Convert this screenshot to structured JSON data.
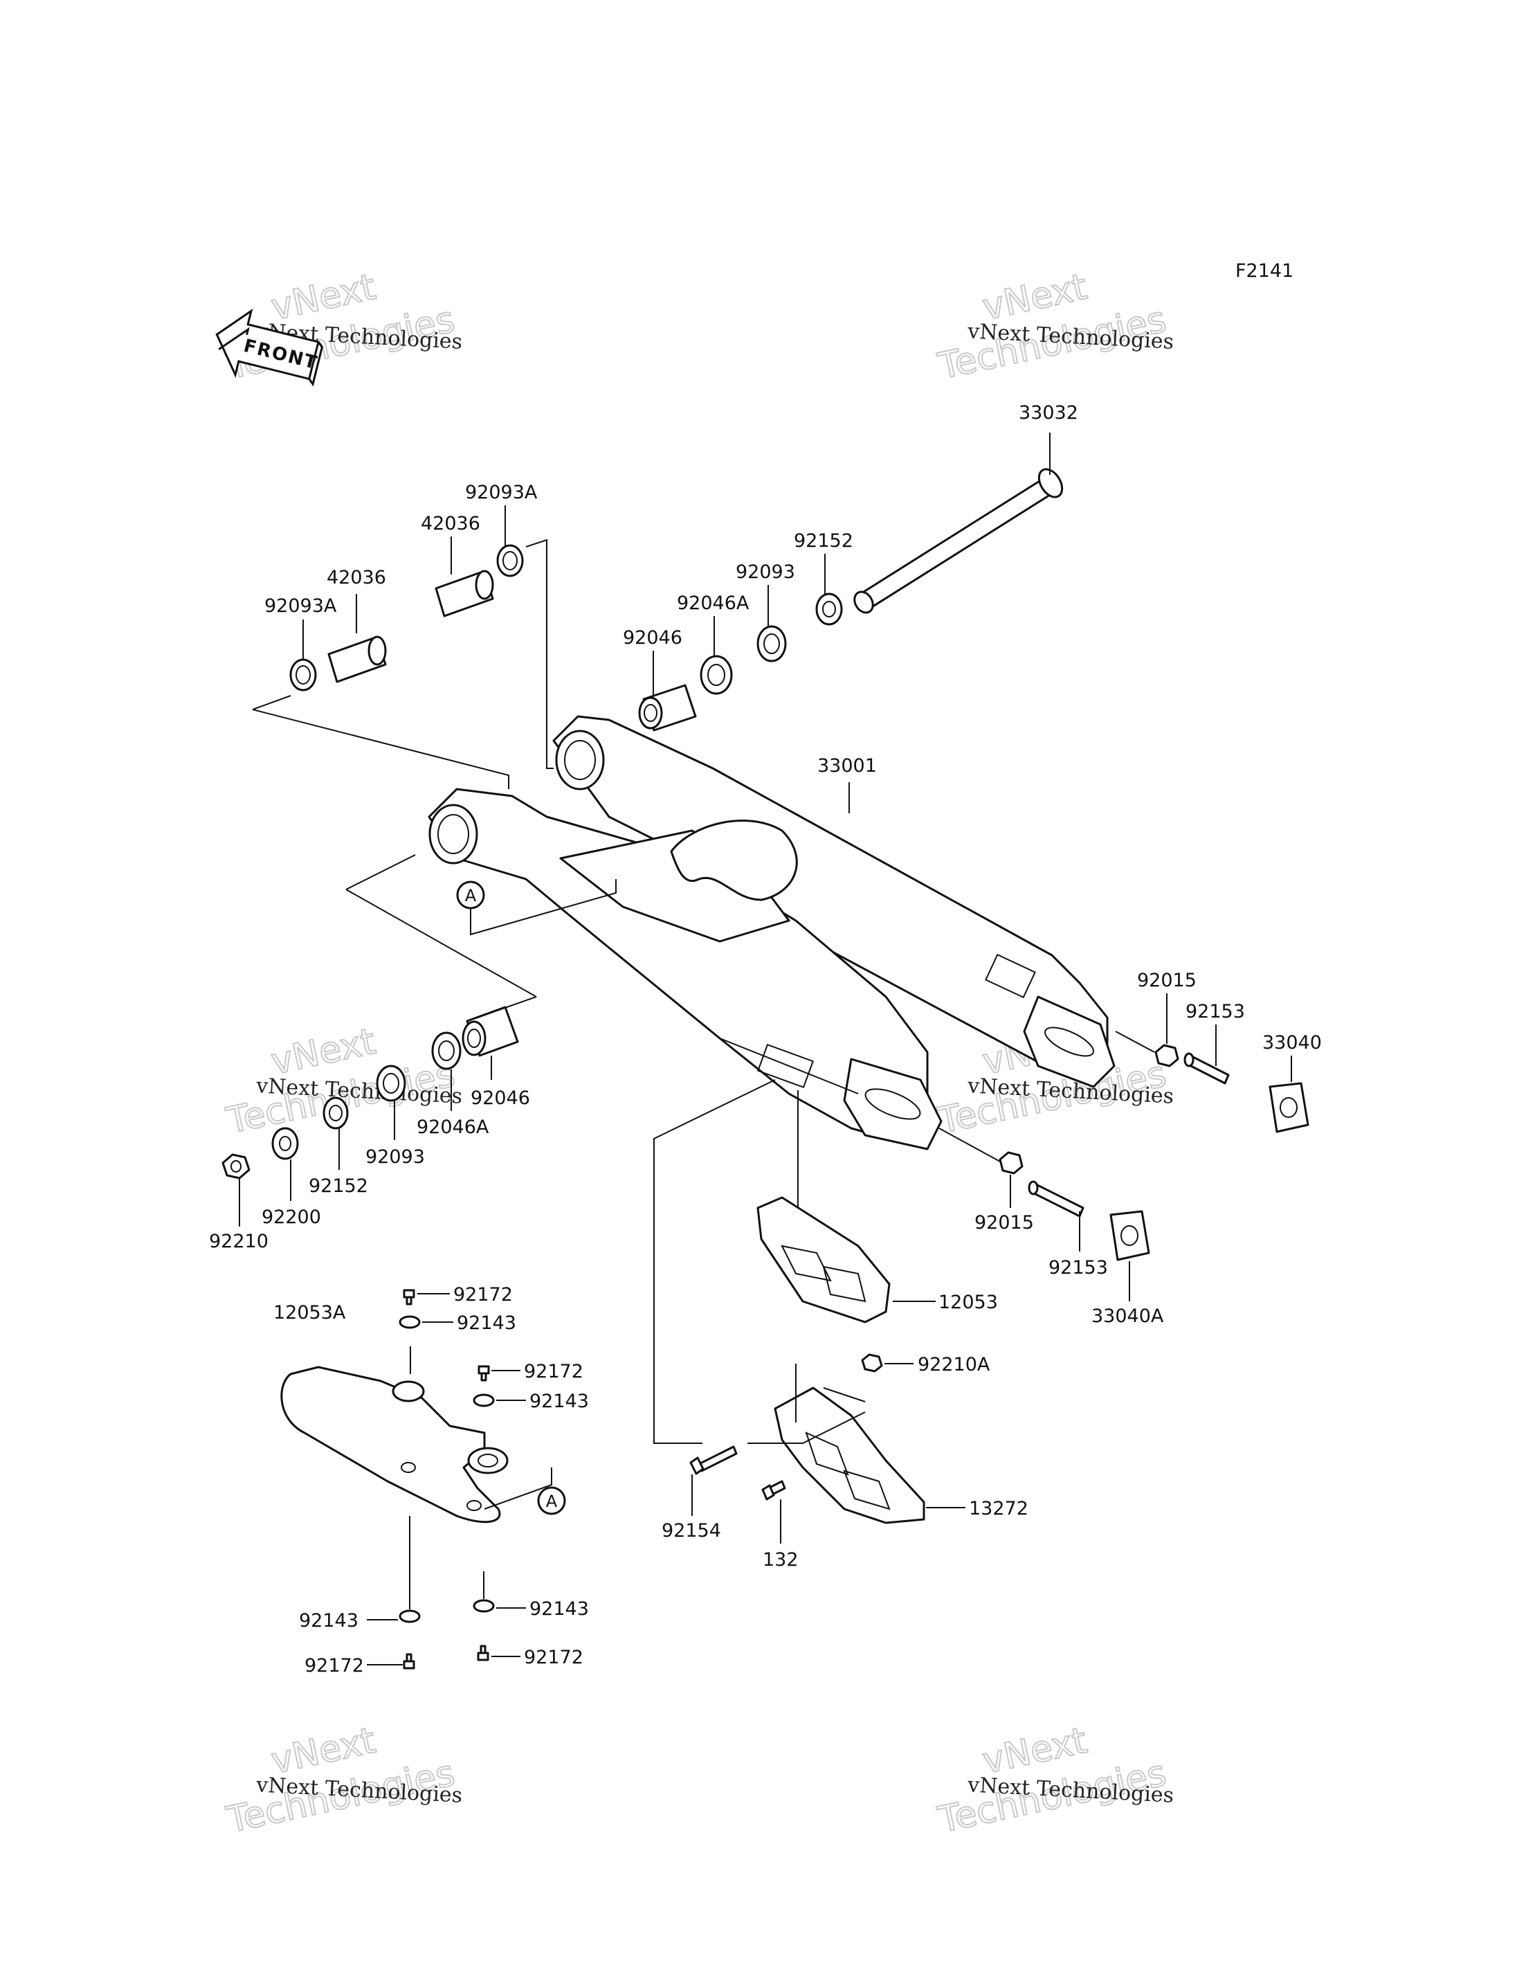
{
  "diagram": {
    "figure_code": "F2141",
    "front_label": "FRONT",
    "reference_marks": {
      "a1": "A",
      "a2": "A"
    },
    "watermark": {
      "line1": "vNext Technologies",
      "line2a": "vNext",
      "line2b": "Technologies"
    },
    "parts": {
      "p33032": "33032",
      "p92093A_top": "92093A",
      "p42036_top": "42036",
      "p42036_left": "42036",
      "p92093A_left": "92093A",
      "p92152_top": "92152",
      "p92093_top": "92093",
      "p92046A_top": "92046A",
      "p92046_top": "92046",
      "p33001": "33001",
      "p92015_top": "92015",
      "p92153_top": "92153",
      "p33040": "33040",
      "p92046_left": "92046",
      "p92046A_left": "92046A",
      "p92093_left": "92093",
      "p92152_left": "92152",
      "p92200": "92200",
      "p92210": "92210",
      "p92015_bot": "92015",
      "p92153_bot": "92153",
      "p33040A": "33040A",
      "p12053": "12053",
      "p12053A": "12053A",
      "p92172_a": "92172",
      "p92143_a": "92143",
      "p92172_b": "92172",
      "p92143_b": "92143",
      "p92143_c": "92143",
      "p92143_d": "92143",
      "p92172_c": "92172",
      "p92172_d": "92172",
      "p92210A": "92210A",
      "p92154": "92154",
      "p132": "132",
      "p13272": "13272"
    }
  }
}
